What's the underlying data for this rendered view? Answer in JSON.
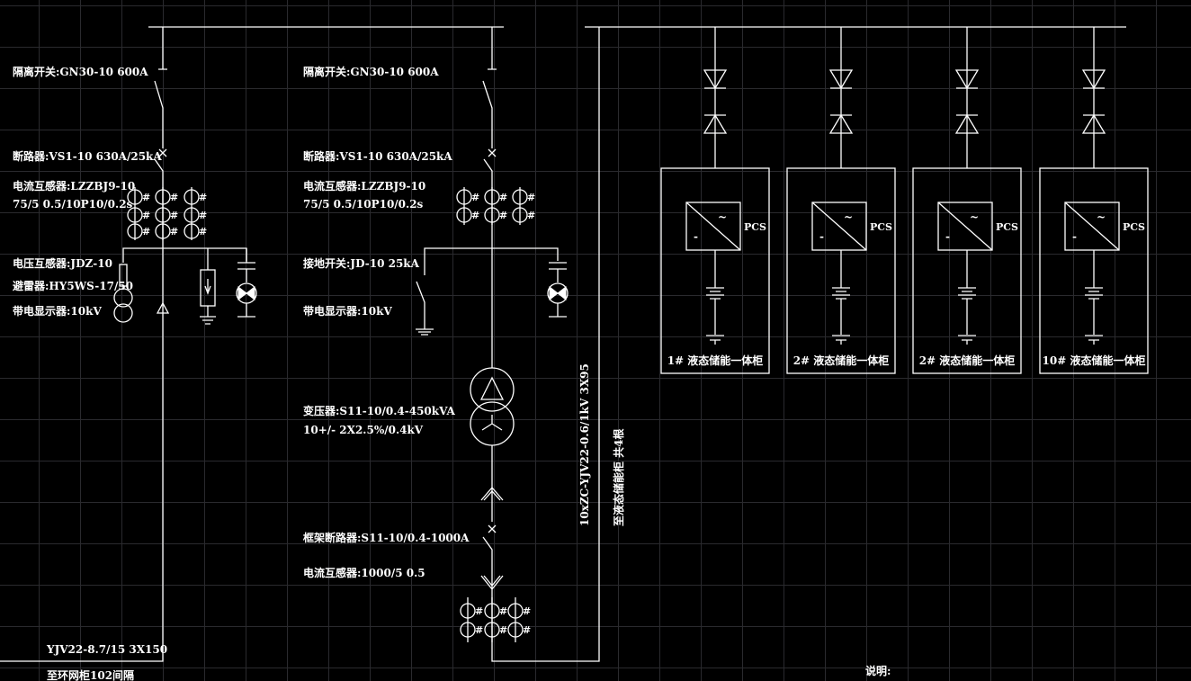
{
  "left_feeder": {
    "disconnector": "隔离开关:GN30-10 600A",
    "breaker": "断路器:VS1-10 630A/25kA",
    "ct_line1": "电流互感器:LZZBJ9-10",
    "ct_line2": "75/5  0.5/10P10/0.2s",
    "pt": "电压互感器:JDZ-10",
    "arrester": "避雷器:HY5WS-17/50",
    "indicator": "带电显示器:10kV",
    "cable": "YJV22-8.7/15 3X150",
    "destination": "至环网柜102间隔"
  },
  "transformer_feeder": {
    "disconnector": "隔离开关:GN30-10 600A",
    "breaker": "断路器:VS1-10 630A/25kA",
    "ct_line1": "电流互感器:LZZBJ9-10",
    "ct_line2": "75/5  0.5/10P10/0.2s",
    "earth_switch": "接地开关:JD-10  25kA",
    "indicator": "带电显示器:10kV",
    "transformer_line1": "变压器:S11-10/0.4-450kVA",
    "transformer_line2": "10+/- 2X2.5%/0.4kV",
    "frame_breaker": "框架断路器:S11-10/0.4-1000A",
    "lv_ct": "电流互感器:1000/5  0.5",
    "cable_vertical": "10xZC-YJV22-0.6/1kV 3X95",
    "destination_vertical": "至液态储能柜  共4根"
  },
  "storage_units": [
    {
      "label": "1# 液态储能一体柜",
      "pcs": "PCS",
      "ac": "~",
      "dc": "-"
    },
    {
      "label": "2# 液态储能一体柜",
      "pcs": "PCS",
      "ac": "~",
      "dc": "-"
    },
    {
      "label": "2# 液态储能一体柜",
      "pcs": "PCS",
      "ac": "~",
      "dc": "-"
    },
    {
      "label": "10# 液态储能一体柜",
      "pcs": "PCS",
      "ac": "~",
      "dc": "-"
    }
  ],
  "notes_label": "说明:",
  "ct_mark": "#"
}
